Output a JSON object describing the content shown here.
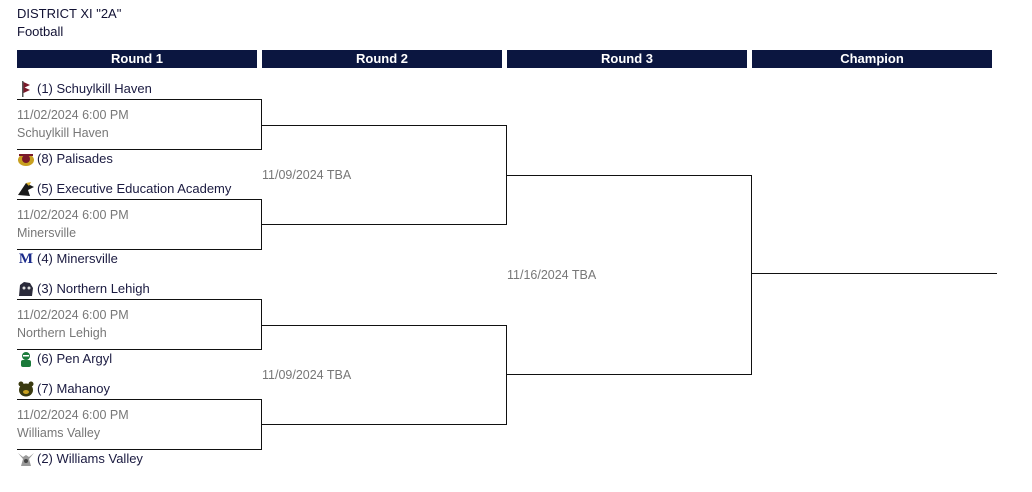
{
  "header": {
    "district": "DISTRICT XI \"2A\"",
    "sport": "Football"
  },
  "rounds": [
    "Round 1",
    "Round 2",
    "Round 3",
    "Champion"
  ],
  "round1": [
    {
      "team_top": "(1) Schuylkill Haven",
      "datetime": "11/02/2024 6:00 PM",
      "location": "Schuylkill Haven",
      "team_bottom": "(8) Palisades"
    },
    {
      "team_top": "(5) Executive Education Academy",
      "datetime": "11/02/2024 6:00 PM",
      "location": "Minersville",
      "team_bottom": "(4) Minersville"
    },
    {
      "team_top": "(3) Northern Lehigh",
      "datetime": "11/02/2024 6:00 PM",
      "location": "Northern Lehigh",
      "team_bottom": "(6) Pen Argyl"
    },
    {
      "team_top": "(7) Mahanoy",
      "datetime": "11/02/2024 6:00 PM",
      "location": "Williams Valley",
      "team_bottom": "(2) Williams Valley"
    }
  ],
  "round2": [
    {
      "datetime": "11/09/2024 TBA"
    },
    {
      "datetime": "11/09/2024 TBA"
    }
  ],
  "round3": [
    {
      "datetime": "11/16/2024 TBA"
    }
  ],
  "logos": [
    {
      "team": "Schuylkill Haven",
      "icon": "pennant-icon",
      "color": "#7a1a2a"
    },
    {
      "team": "Palisades",
      "icon": "pirate-icon",
      "color": "#7a1a2a"
    },
    {
      "team": "Executive Education Academy",
      "icon": "eagle-icon",
      "color": "#1a1a1a"
    },
    {
      "team": "Minersville",
      "icon": "letter-m-icon",
      "color": "#1a2a8a"
    },
    {
      "team": "Northern Lehigh",
      "icon": "bulldog-icon",
      "color": "#2a2a3a"
    },
    {
      "team": "Pen Argyl",
      "icon": "knight-icon",
      "color": "#1a7a3a"
    },
    {
      "team": "Mahanoy",
      "icon": "bear-icon",
      "color": "#3a3a10"
    },
    {
      "team": "Williams Valley",
      "icon": "viking-icon",
      "color": "#666666"
    }
  ],
  "colors": {
    "header_bg": "#0b1640",
    "line": "#111111",
    "muted_text": "#777777"
  }
}
